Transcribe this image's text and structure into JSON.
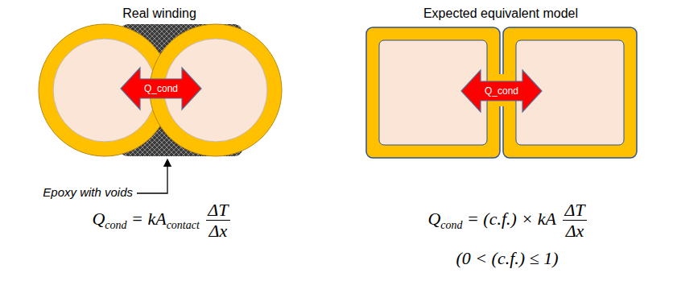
{
  "diagram": {
    "nodes": [
      {
        "text": [
          "Q_cond"
        ]
      },
      {
        "text": [
          "Q_cond"
        ]
      }
    ],
    "labels": [
      "Real winding",
      "Expected equivalent model",
      "Epoxy with voids",
      "Q",
      "cond",
      "= kA",
      "contact",
      "ΔT",
      "Δx",
      "Q",
      "cond",
      "= (c.f.) × kA",
      "ΔT",
      "Δx",
      "(0 < (c.f.) ≤ 1)"
    ]
  }
}
